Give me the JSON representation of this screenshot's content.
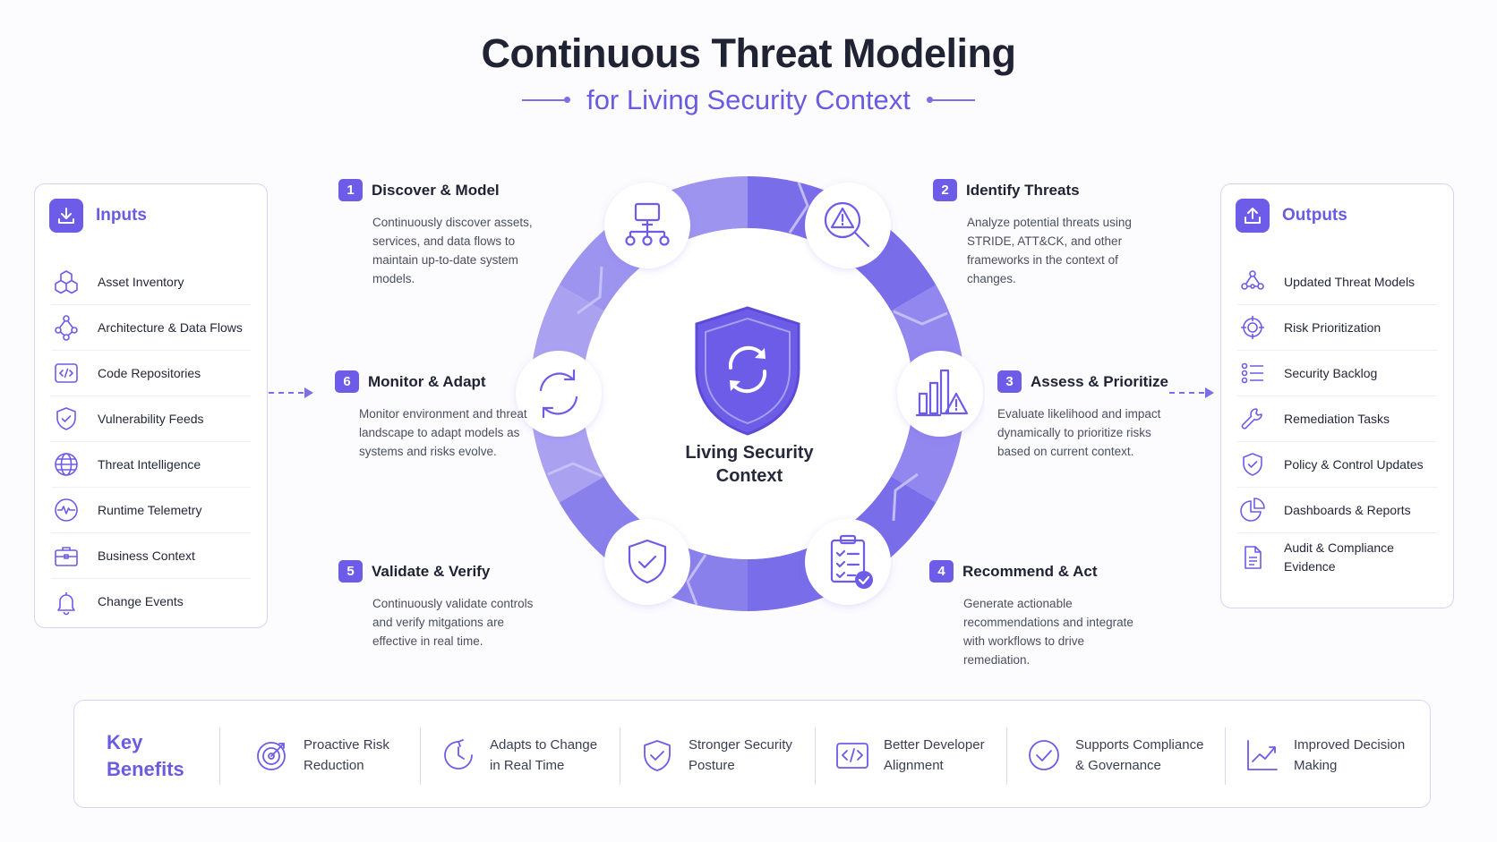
{
  "title": "Continuous Threat Modeling",
  "subtitle": "for Living Security Context",
  "center_label": "Living Security Context",
  "colors": {
    "accent": "#6c5ce7",
    "ring_light": "#a79ef0",
    "ring_dark": "#7a6de9"
  },
  "inputs": {
    "title": "Inputs",
    "items": [
      {
        "label": "Asset Inventory",
        "icon": "cubes-icon"
      },
      {
        "label": "Architecture & Data Flows",
        "icon": "network-icon"
      },
      {
        "label": "Code Repositories",
        "icon": "code-icon"
      },
      {
        "label": "Vulnerability Feeds",
        "icon": "shield-icon"
      },
      {
        "label": "Threat Intelligence",
        "icon": "globe-icon"
      },
      {
        "label": "Runtime Telemetry",
        "icon": "pulse-icon"
      },
      {
        "label": "Business Context",
        "icon": "briefcase-icon"
      },
      {
        "label": "Change Events",
        "icon": "bell-icon"
      }
    ]
  },
  "outputs": {
    "title": "Outputs",
    "items": [
      {
        "label": "Updated Threat Models",
        "icon": "nodes-icon"
      },
      {
        "label": "Risk Prioritization",
        "icon": "target-icon"
      },
      {
        "label": "Security Backlog",
        "icon": "list-icon"
      },
      {
        "label": "Remediation Tasks",
        "icon": "wrench-icon"
      },
      {
        "label": "Policy & Control Updates",
        "icon": "shield-icon"
      },
      {
        "label": "Dashboards & Reports",
        "icon": "pie-chart-icon"
      },
      {
        "label": "Audit & Compliance Evidence",
        "icon": "document-icon"
      }
    ]
  },
  "steps": [
    {
      "num": "1",
      "title": "Discover & Model",
      "desc": "Continuously discover assets, services, and data flows to maintain up-to-date system models."
    },
    {
      "num": "2",
      "title": "Identify Threats",
      "desc": "Analyze potential threats using STRIDE, ATT&CK, and other frameworks in the context of changes."
    },
    {
      "num": "3",
      "title": "Assess & Prioritize",
      "desc": "Evaluate likelihood and impact dynamically to prioritize risks based on current context."
    },
    {
      "num": "4",
      "title": "Recommend & Act",
      "desc": "Generate actionable recommendations and integrate with workflows to drive remediation."
    },
    {
      "num": "5",
      "title": "Validate & Verify",
      "desc": "Continuously validate controls and verify mitgations are effective in real time."
    },
    {
      "num": "6",
      "title": "Monitor & Adapt",
      "desc": "Monitor environment and threat landscape to adapt models as systems and risks evolve."
    }
  ],
  "benefits": {
    "title": "Key Benefits",
    "items": [
      {
        "label": "Proactive Risk Reduction",
        "icon": "target-icon"
      },
      {
        "label": "Adapts to Change in Real Time",
        "icon": "clock-icon"
      },
      {
        "label": "Stronger Security Posture",
        "icon": "shield-check-icon"
      },
      {
        "label": "Better Developer Alignment",
        "icon": "code-icon"
      },
      {
        "label": "Supports Compliance & Governance",
        "icon": "check-circle-icon"
      },
      {
        "label": "Improved Decision Making",
        "icon": "trend-chart-icon"
      }
    ]
  }
}
